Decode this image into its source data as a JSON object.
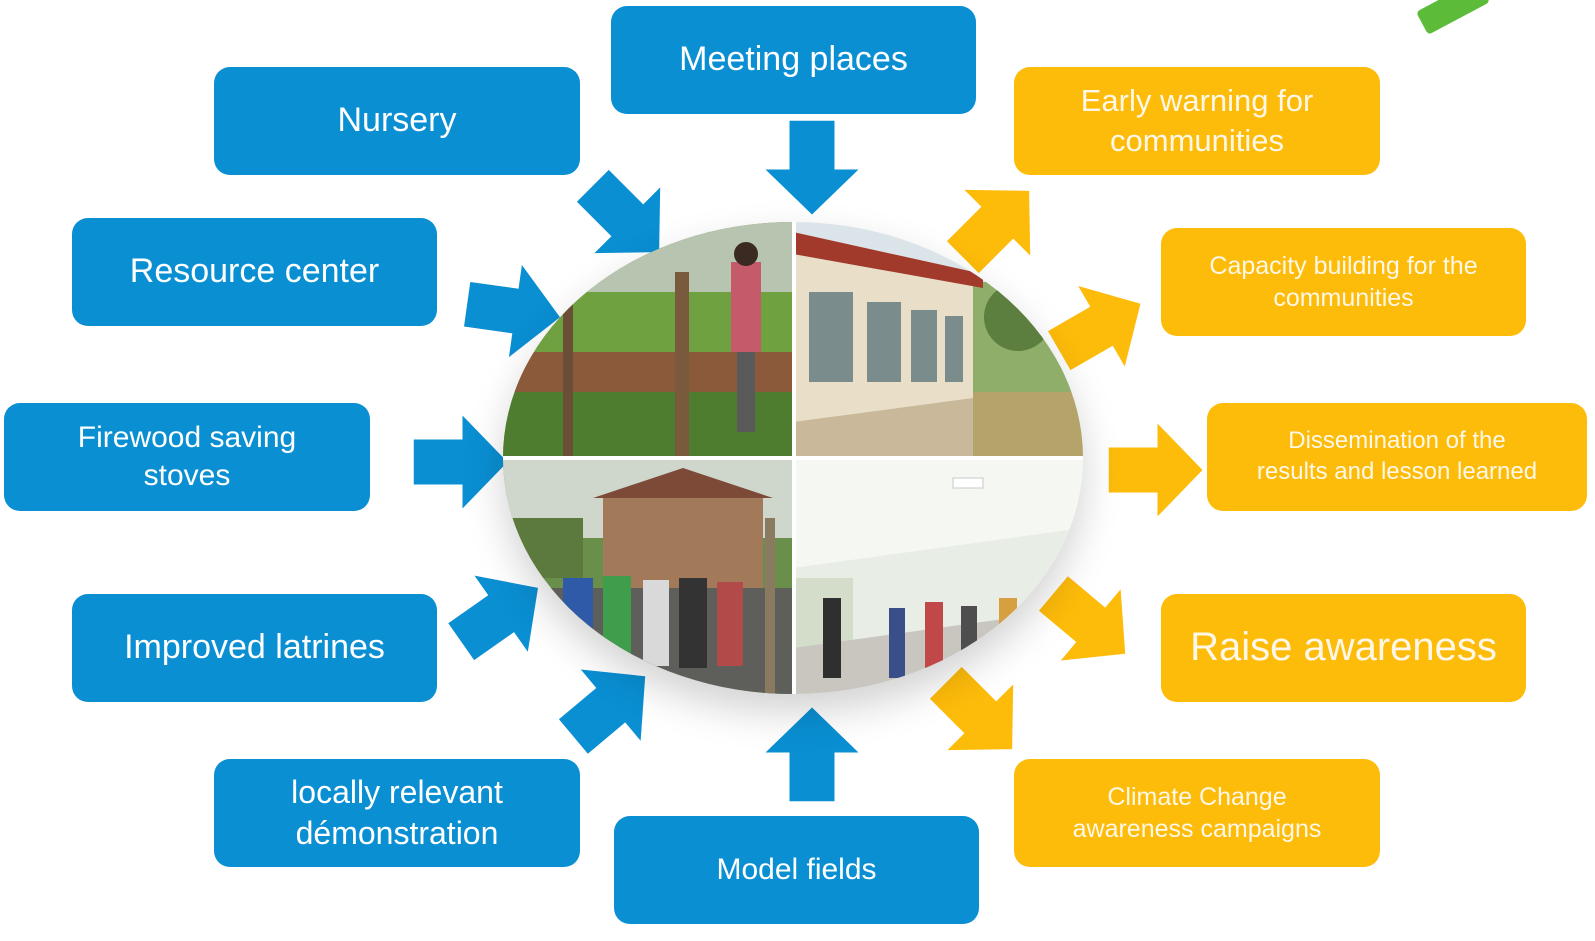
{
  "blue_nodes": [
    {
      "id": "meeting",
      "lines": [
        "Meeting places"
      ]
    },
    {
      "id": "nursery",
      "lines": [
        "Nursery"
      ]
    },
    {
      "id": "resource",
      "lines": [
        "Resource center"
      ]
    },
    {
      "id": "firewood",
      "lines": [
        "Firewood saving",
        "stoves"
      ]
    },
    {
      "id": "latrines",
      "lines": [
        "Improved latrines"
      ]
    },
    {
      "id": "demonstration",
      "lines": [
        "locally relevant",
        "démonstration"
      ]
    },
    {
      "id": "model",
      "lines": [
        "Model fields"
      ]
    }
  ],
  "gold_nodes": [
    {
      "id": "early-warning",
      "lines": [
        "Early warning for",
        "communities"
      ]
    },
    {
      "id": "capacity",
      "lines": [
        "Capacity building for the",
        "communities"
      ]
    },
    {
      "id": "dissemination",
      "lines": [
        "Dissemination of the",
        "results and lesson learned"
      ]
    },
    {
      "id": "awareness",
      "lines": [
        "Raise awareness"
      ]
    },
    {
      "id": "climate",
      "lines": [
        "Climate Change",
        "awareness campaigns"
      ]
    }
  ],
  "colors": {
    "input_blue": "#0a8fd3",
    "output_gold": "#fdbb0a",
    "text": "#ffffff"
  },
  "center_photos": [
    "tree-nursery-photo",
    "resource-center-building-photo",
    "community-meeting-photo",
    "meeting-hall-interior-photo"
  ],
  "logo": "green-corner-logo"
}
